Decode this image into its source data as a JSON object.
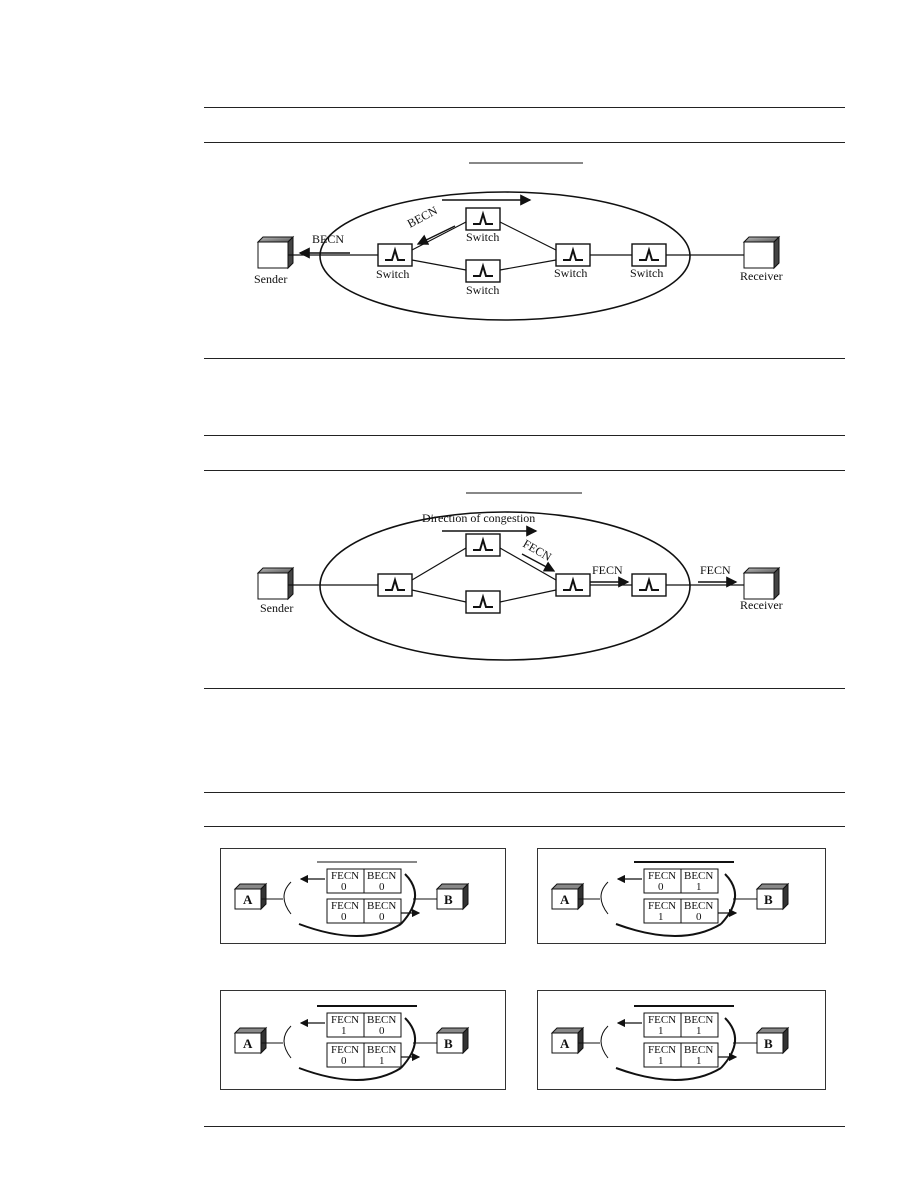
{
  "fig1": {
    "becn_left": "BECN",
    "becn_diag": "BECN",
    "sender": "Sender",
    "receiver": "Receiver",
    "switch_top": "Switch",
    "switch_left": "Switch",
    "switch_bottom": "Switch",
    "switch_mid": "Switch",
    "switch_right": "Switch"
  },
  "fig2": {
    "direction": "Direction of congestion",
    "fecn_diag": "FECN",
    "fecn_mid": "FECN",
    "fecn_right": "FECN",
    "sender": "Sender",
    "receiver": "Receiver"
  },
  "fig3": {
    "panels": [
      {
        "a": "A",
        "b": "B",
        "top": {
          "fecn_label": "FECN",
          "becn_label": "BECN",
          "fecn": "0",
          "becn": "0"
        },
        "bottom": {
          "fecn_label": "FECN",
          "becn_label": "BECN",
          "fecn": "0",
          "becn": "0"
        }
      },
      {
        "a": "A",
        "b": "B",
        "top": {
          "fecn_label": "FECN",
          "becn_label": "BECN",
          "fecn": "0",
          "becn": "1"
        },
        "bottom": {
          "fecn_label": "FECN",
          "becn_label": "BECN",
          "fecn": "1",
          "becn": "0"
        }
      },
      {
        "a": "A",
        "b": "B",
        "top": {
          "fecn_label": "FECN",
          "becn_label": "BECN",
          "fecn": "1",
          "becn": "0"
        },
        "bottom": {
          "fecn_label": "FECN",
          "becn_label": "BECN",
          "fecn": "0",
          "becn": "1"
        }
      },
      {
        "a": "A",
        "b": "B",
        "top": {
          "fecn_label": "FECN",
          "becn_label": "BECN",
          "fecn": "1",
          "becn": "1"
        },
        "bottom": {
          "fecn_label": "FECN",
          "becn_label": "BECN",
          "fecn": "1",
          "becn": "1"
        }
      }
    ]
  }
}
